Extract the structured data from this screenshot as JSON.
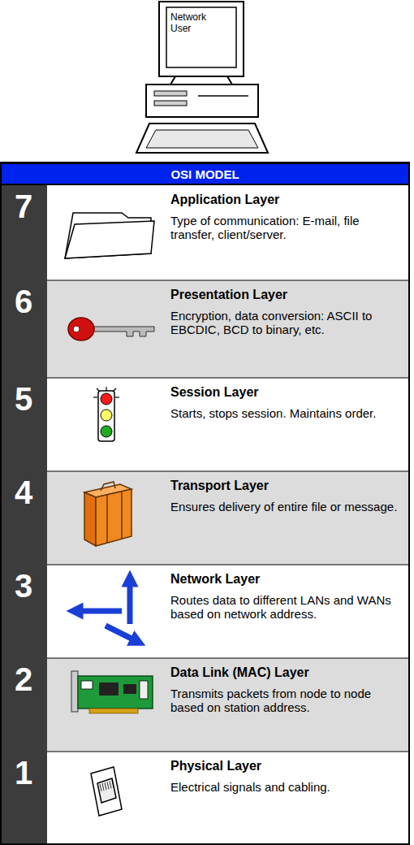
{
  "diagram": {
    "nodes": [
      {
        "text": [
          "Network User"
        ]
      },
      {
        "text": [
          "OSI MODEL"
        ]
      },
      {
        "text": [
          "7",
          "Application Layer",
          "Type of communication: E-mail, file transfer, client/server."
        ]
      },
      {
        "text": [
          "6",
          "Presentation Layer",
          "Encryption, data conversion: ASCII to EBCDIC, BCD to binary, etc."
        ]
      },
      {
        "text": [
          "5",
          "Session Layer",
          "Starts, stops session. Maintains order."
        ]
      },
      {
        "text": [
          "4",
          "Transport Layer",
          "Ensures delivery of entire file or message."
        ]
      },
      {
        "text": [
          "3",
          "Network Layer",
          "Routes data to different LANs and WANs based on network address."
        ]
      },
      {
        "text": [
          "2",
          "Data Link (MAC) Layer",
          "Transmits packets from node to node based on station address."
        ]
      },
      {
        "text": [
          "1",
          "Physical Layer",
          "Electrical signals and cabling."
        ]
      }
    ]
  }
}
